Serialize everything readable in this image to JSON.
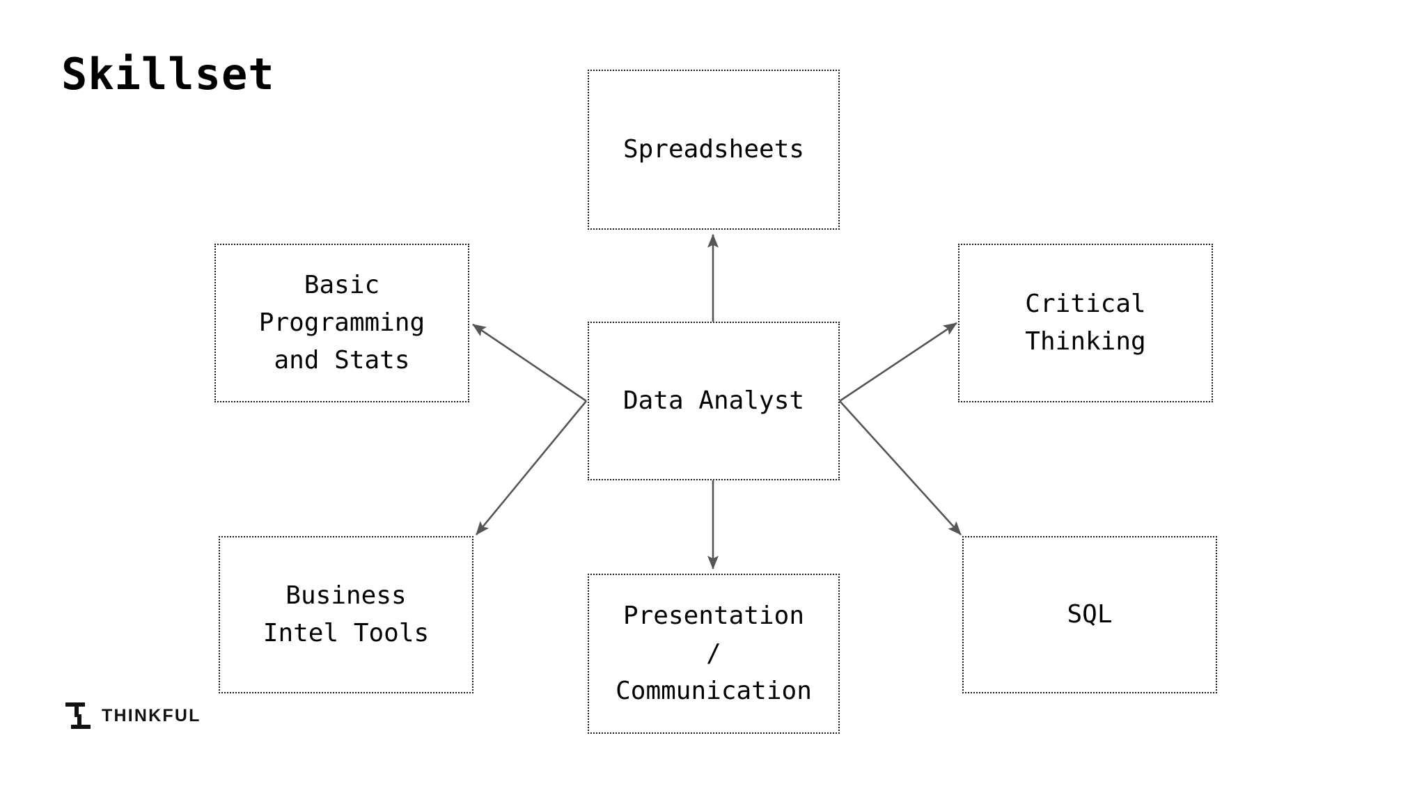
{
  "slide": {
    "title": "Skillset",
    "background_color": "#ffffff",
    "text_color": "#000000",
    "border_color": "#1a1a1a",
    "connector_color": "#555555"
  },
  "diagram": {
    "type": "hub-and-spoke",
    "center": {
      "id": "data-analyst",
      "label": "Data Analyst"
    },
    "nodes": [
      {
        "id": "spreadsheets",
        "label": "Spreadsheets"
      },
      {
        "id": "basic-programming",
        "label": "Basic\nProgramming\nand Stats"
      },
      {
        "id": "critical-thinking",
        "label": "Critical\nThinking"
      },
      {
        "id": "business-intel",
        "label": "Business\nIntel Tools"
      },
      {
        "id": "presentation",
        "label": "Presentation\n/\nCommunication"
      },
      {
        "id": "sql",
        "label": "SQL"
      }
    ],
    "edges": [
      {
        "from": "data-analyst",
        "to": "spreadsheets",
        "direction": "up"
      },
      {
        "from": "data-analyst",
        "to": "basic-programming",
        "direction": "up-left"
      },
      {
        "from": "data-analyst",
        "to": "critical-thinking",
        "direction": "up-right"
      },
      {
        "from": "data-analyst",
        "to": "business-intel",
        "direction": "down-left"
      },
      {
        "from": "data-analyst",
        "to": "presentation",
        "direction": "down"
      },
      {
        "from": "data-analyst",
        "to": "sql",
        "direction": "down-right"
      }
    ]
  },
  "branding": {
    "wordmark": "THINKFUL",
    "mark_name": "thinkful-logo-icon"
  }
}
